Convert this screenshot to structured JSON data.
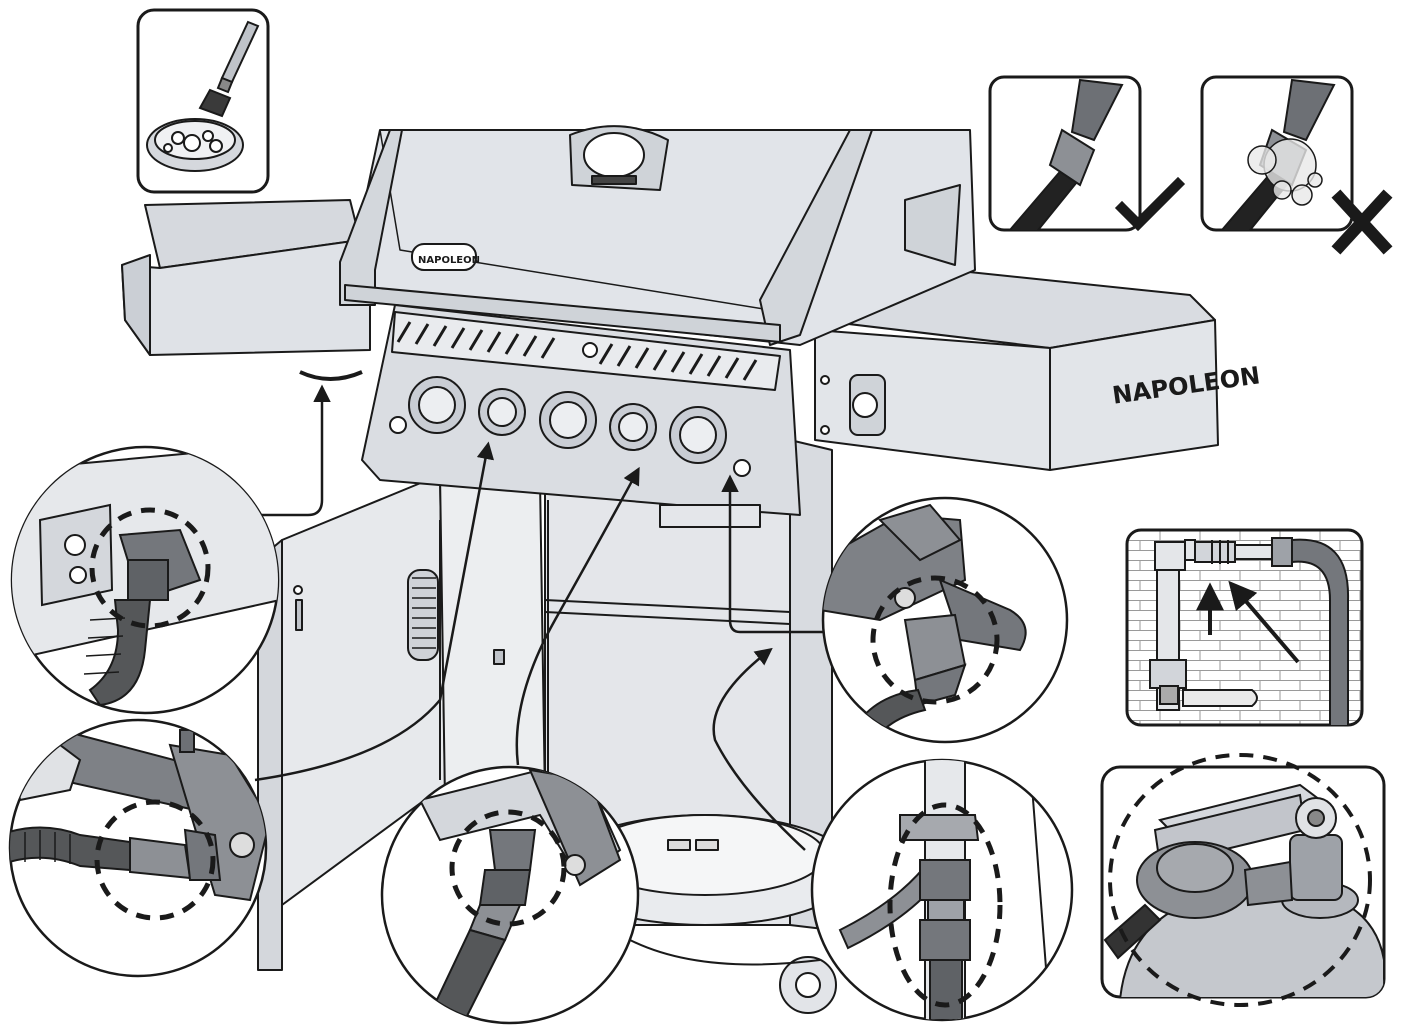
{
  "diagram": {
    "brand_lid": "NAPOLEON",
    "brand_side_shelf": "NAPOLEON",
    "burner_knob_count": 5,
    "leak_test_results": [
      {
        "name": "no-leak",
        "symbol": "check-mark-icon"
      },
      {
        "name": "leak",
        "symbol": "cross-mark-icon"
      }
    ],
    "colors": {
      "line": "#1a1a1a",
      "grill_fill": "#dfe2e7",
      "grill_dark": "#c9cdd4",
      "part_dark": "#6b6d70",
      "hose": "#555759",
      "bubble": "#e8e8e8"
    },
    "icons": [
      "soap-brush-icon",
      "soapy-water-bowl-icon",
      "check-mark-icon",
      "cross-mark-icon",
      "leak-bubbles-icon",
      "pointer-arrow-icon"
    ]
  }
}
